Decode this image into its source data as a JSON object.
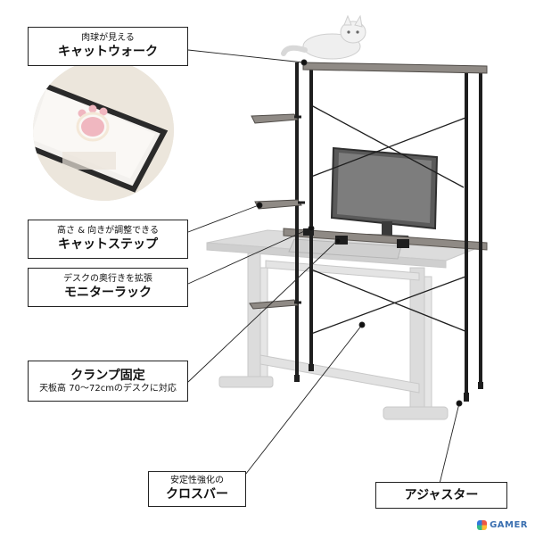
{
  "callouts": {
    "cat_walk": {
      "sub": "肉球が見える",
      "main": "キャットウォーク"
    },
    "cat_step": {
      "sub": "高さ & 向きが調整できる",
      "main": "キャットステップ"
    },
    "monitor_rack": {
      "sub": "デスクの奥行きを拡張",
      "main": "モニターラック"
    },
    "clamp": {
      "main": "クランプ固定",
      "sub": "天板高 70～72cmのデスクに対応"
    },
    "crossbar": {
      "sub": "安定性強化の",
      "main": "クロスバー"
    },
    "adjuster": {
      "main": "アジャスター"
    }
  },
  "badge": {
    "text": "GAMER"
  },
  "colors": {
    "frame": "#1e1e1e",
    "shelf": "#8f8a85",
    "desk_faded": "#d9d9d9",
    "leader": "#222222"
  }
}
